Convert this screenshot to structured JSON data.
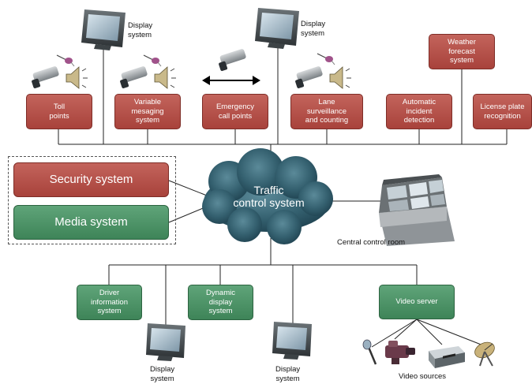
{
  "subsystems_top": [
    {
      "label": "Toll\npoints"
    },
    {
      "label": "Variable\nmesaging\nsystem"
    },
    {
      "label": "Emergency\ncall points"
    },
    {
      "label": "Lane\nsurveillance\nand counting"
    },
    {
      "label": "Automatic\nincident\ndetection"
    },
    {
      "label": "License plate\nrecognition"
    },
    {
      "label": "Weather\nforecast\nsystem"
    }
  ],
  "left_systems": {
    "security": "Security system",
    "media": "Media system"
  },
  "center": {
    "label": "Traffic\ncontrol system"
  },
  "control_room": {
    "label": "Central control room"
  },
  "bottom_systems": {
    "driver_info": "Driver\ninformation\nsystem",
    "dynamic_display": "Dynamic\ndisplay\nsystem",
    "video_server": "Video server"
  },
  "display_labels": {
    "top1": "Display\nsystem",
    "top2": "Display\nsystem",
    "bottom1": "Display\nsystem",
    "bottom2": "Display\nsystem"
  },
  "video_sources_label": "Video sources",
  "colors": {
    "red_box": "#b24f47",
    "green_box": "#4a9263",
    "cloud": "#2f5563",
    "line": "#222222"
  },
  "icons": [
    "monitor-icon",
    "camera-icon",
    "loudspeaker-icon",
    "light-bulb-icon",
    "double-arrow-icon",
    "control-desk-icon",
    "microphone-icon",
    "video-camera-icon",
    "video-recorder-icon",
    "satellite-dish-icon"
  ]
}
